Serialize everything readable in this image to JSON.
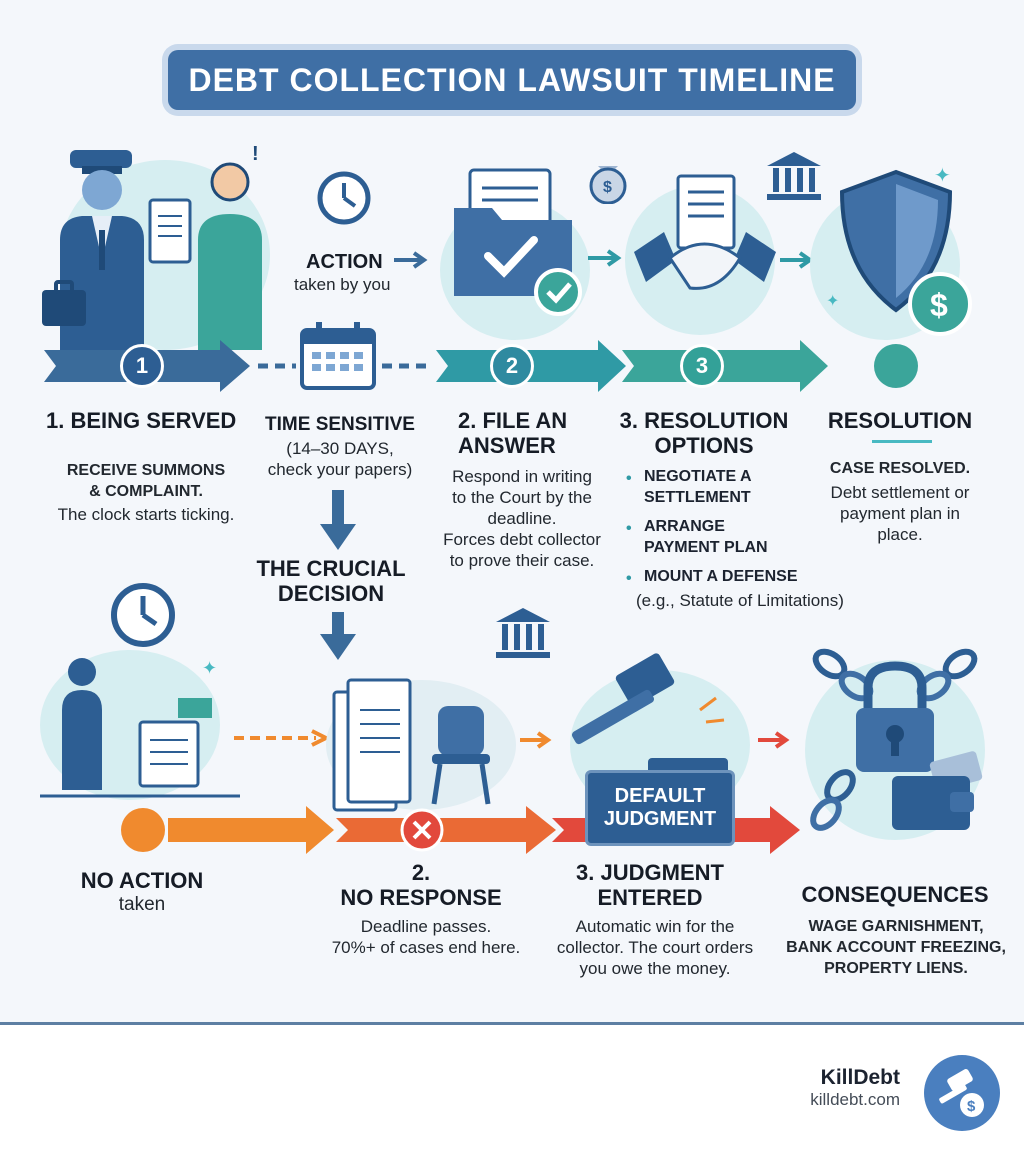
{
  "title": "DEBT COLLECTION LAWSUIT TIMELINE",
  "colors": {
    "title_bg": "#3f6fa5",
    "top_track": "#3a6b9a",
    "top_track_teal": "#2f9aa5",
    "bottom_track_orange": "#f08a2e",
    "bottom_track_red": "#e2493c",
    "bubble": "#d6eef1"
  },
  "top": {
    "action_heading": "ACTION",
    "action_sub": "taken by you",
    "steps": [
      {
        "number": "1",
        "heading": "1. BEING SERVED",
        "bold_text": "RECEIVE SUMMONS\n& COMPLAINT.",
        "text": "The clock starts ticking."
      },
      {
        "heading": "TIME SENSITIVE",
        "text": "(14–30 DAYS,\ncheck your papers)"
      },
      {
        "number": "2",
        "heading": "2. FILE AN\nANSWER",
        "text": "Respond in writing\nto the Court by the\ndeadline.\nForces debt collector\nto prove their case."
      },
      {
        "number": "3",
        "heading": "3. RESOLUTION\nOPTIONS",
        "bullets": [
          "NEGOTIATE A\nSETTLEMENT",
          "ARRANGE\nPAYMENT PLAN",
          "MOUNT A DEFENSE"
        ],
        "bullet_note": "(e.g., Statute of Limitations)"
      },
      {
        "heading": "RESOLUTION",
        "bold_text": "CASE RESOLVED.",
        "text": "Debt settlement or\npayment plan in\nplace."
      }
    ]
  },
  "decision": "THE CRUCIAL\nDECISION",
  "bottom": {
    "default_label": "DEFAULT\nJUDGMENT",
    "steps": [
      {
        "heading": "NO ACTION",
        "sub": "taken"
      },
      {
        "heading": "2.\nNO RESPONSE",
        "text": "Deadline passes.\n70%+ of cases end here."
      },
      {
        "heading": "3. JUDGMENT\nENTERED",
        "text": "Automatic win for the\ncollector. The court orders\nyou owe the money."
      },
      {
        "heading": "CONSEQUENCES",
        "bold_text": "WAGE GARNISHMENT,\nBANK ACCOUNT FREEZING,\nPROPERTY LIENS."
      }
    ]
  },
  "brand": {
    "name": "KillDebt",
    "url": "killdebt.com"
  }
}
